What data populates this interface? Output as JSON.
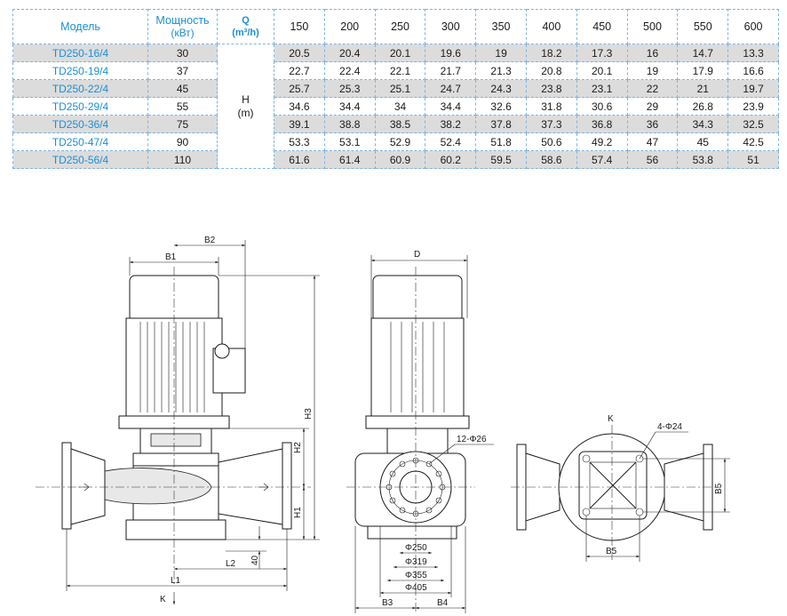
{
  "table": {
    "headers": {
      "model": "Модель",
      "power_line1": "Мощность",
      "power_line2": "(кВт)",
      "q_line1": "Q",
      "q_line2": "(m³/h)",
      "h_line1": "H",
      "h_line2": "(m)"
    },
    "flows": [
      "150",
      "200",
      "250",
      "300",
      "350",
      "400",
      "450",
      "500",
      "550",
      "600"
    ],
    "rows": [
      {
        "model": "TD250-16/4",
        "power": "30",
        "heads": [
          "20.5",
          "20.4",
          "20.1",
          "19.6",
          "19",
          "18.2",
          "17.3",
          "16",
          "14.7",
          "13.3"
        ]
      },
      {
        "model": "TD250-19/4",
        "power": "37",
        "heads": [
          "22.7",
          "22.4",
          "22.1",
          "21.7",
          "21.3",
          "20.8",
          "20.1",
          "19",
          "17.9",
          "16.6"
        ]
      },
      {
        "model": "TD250-22/4",
        "power": "45",
        "heads": [
          "25.7",
          "25.3",
          "25.1",
          "24.7",
          "24.3",
          "23.8",
          "23.1",
          "22",
          "21",
          "19.7"
        ]
      },
      {
        "model": "TD250-29/4",
        "power": "55",
        "heads": [
          "34.6",
          "34.4",
          "34",
          "34.4",
          "32.6",
          "31.8",
          "30.6",
          "29",
          "26.8",
          "23.9"
        ]
      },
      {
        "model": "TD250-36/4",
        "power": "75",
        "heads": [
          "39.1",
          "38.8",
          "38.5",
          "38.2",
          "37.8",
          "37.3",
          "36.8",
          "36",
          "34.3",
          "32.5"
        ]
      },
      {
        "model": "TD250-47/4",
        "power": "90",
        "heads": [
          "53.3",
          "53.1",
          "52.9",
          "52.4",
          "51.8",
          "50.6",
          "49.2",
          "47",
          "45",
          "42.5"
        ]
      },
      {
        "model": "TD250-56/4",
        "power": "110",
        "heads": [
          "61.6",
          "61.4",
          "60.9",
          "60.2",
          "59.5",
          "58.6",
          "57.4",
          "56",
          "53.8",
          "51"
        ]
      }
    ]
  },
  "drawing": {
    "side": {
      "B2": "B2",
      "B1": "B1",
      "H3": "H3",
      "H2": "H2",
      "H1": "H1",
      "L2": "L2",
      "L1": "L1",
      "K": "K",
      "d40": "40"
    },
    "front": {
      "D": "D",
      "bolts": "12-Φ26",
      "d250": "Φ250",
      "d319": "Φ319",
      "d355": "Φ355",
      "d405": "Φ405",
      "B3": "B3",
      "B4": "B4"
    },
    "top": {
      "K": "K",
      "bolts": "4-Φ24",
      "B5": "B5",
      "B5v": "B5"
    }
  }
}
